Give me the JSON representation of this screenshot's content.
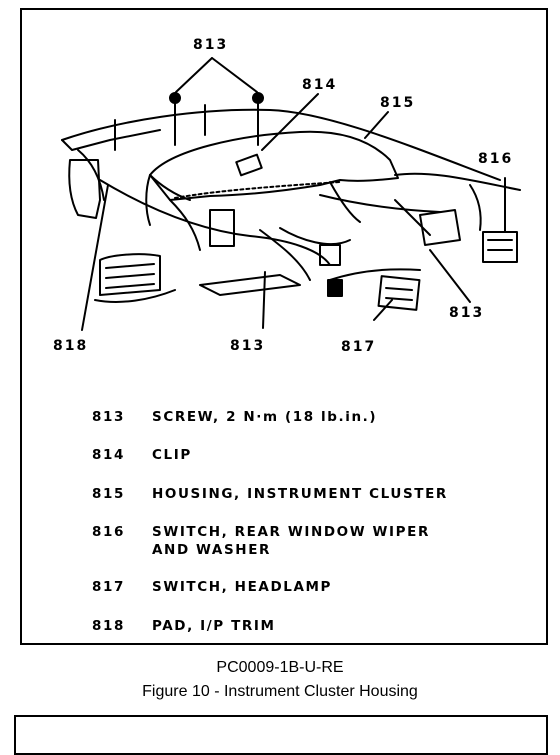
{
  "callouts": {
    "c813_top": "813",
    "c814": "814",
    "c815": "815",
    "c816": "816",
    "c813_right": "813",
    "c818": "818",
    "c813_bottom": "813",
    "c817": "817"
  },
  "legend": [
    {
      "number": "813",
      "description": "SCREW, 2 N·m (18 lb.in.)"
    },
    {
      "number": "814",
      "description": "CLIP"
    },
    {
      "number": "815",
      "description": "HOUSING, INSTRUMENT CLUSTER"
    },
    {
      "number": "816",
      "description": "SWITCH, REAR WINDOW WIPER\nAND WASHER"
    },
    {
      "number": "817",
      "description": "SWITCH, HEADLAMP"
    },
    {
      "number": "818",
      "description": "PAD, I/P TRIM"
    }
  ],
  "figure": {
    "code": "PC0009-1B-U-RE",
    "title": "Figure 10 - Instrument Cluster Housing"
  }
}
